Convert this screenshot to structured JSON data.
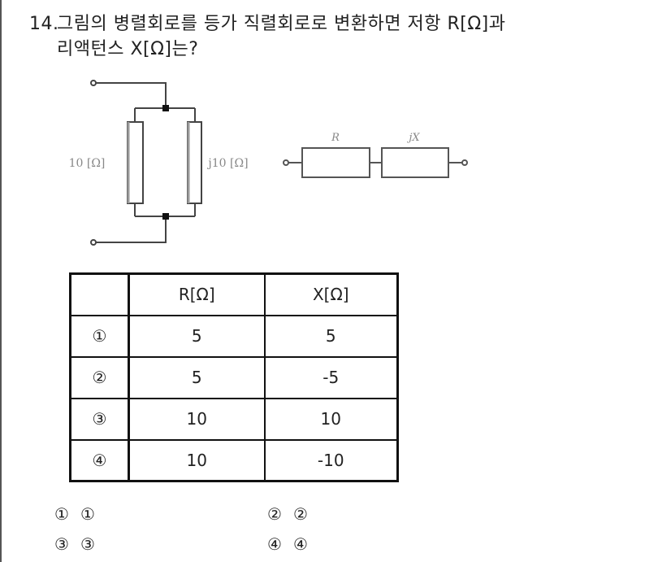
{
  "question": {
    "number": "14.",
    "line1": "그림의 병렬회로를 등가 직렬회로로 변환하면 저항 R[Ω]과",
    "line2": "리액턴스 X[Ω]는?"
  },
  "figure": {
    "parallel_circuit": {
      "left_label": "10 [Ω]",
      "right_label": "j10 [Ω]"
    },
    "series_circuit": {
      "r_label": "R",
      "x_label": "jX"
    }
  },
  "table": {
    "headers": [
      "",
      "R[Ω]",
      "X[Ω]"
    ],
    "rows": [
      {
        "option": "①",
        "r": "5",
        "x": "5"
      },
      {
        "option": "②",
        "r": "5",
        "x": "-5"
      },
      {
        "option": "③",
        "r": "10",
        "x": "10"
      },
      {
        "option": "④",
        "r": "10",
        "x": "-10"
      }
    ]
  },
  "choices": [
    {
      "marker": "①",
      "value": "①"
    },
    {
      "marker": "②",
      "value": "②"
    },
    {
      "marker": "③",
      "value": "③"
    },
    {
      "marker": "④",
      "value": "④"
    }
  ]
}
